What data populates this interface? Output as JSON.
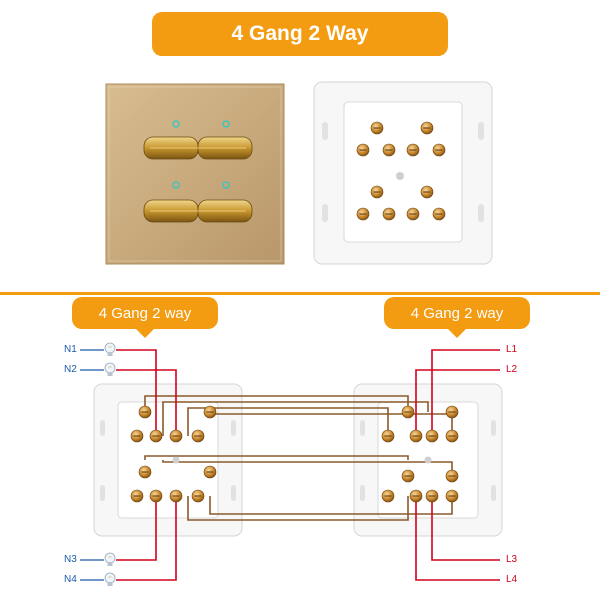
{
  "title": "4 Gang 2 Way",
  "left_tag": "4 Gang 2 way",
  "right_tag": "4 Gang 2 way",
  "neutral_labels": [
    "N1",
    "N2",
    "N3",
    "N4"
  ],
  "live_labels": [
    "L1",
    "L2",
    "L3",
    "L4"
  ],
  "colors": {
    "accent": "#f39c12",
    "wire_live": "#d0021b",
    "wire_traveler": "#8b5a2b",
    "neutral_label": "#1a5aa8",
    "panel_gold": "#c9aa7d"
  }
}
